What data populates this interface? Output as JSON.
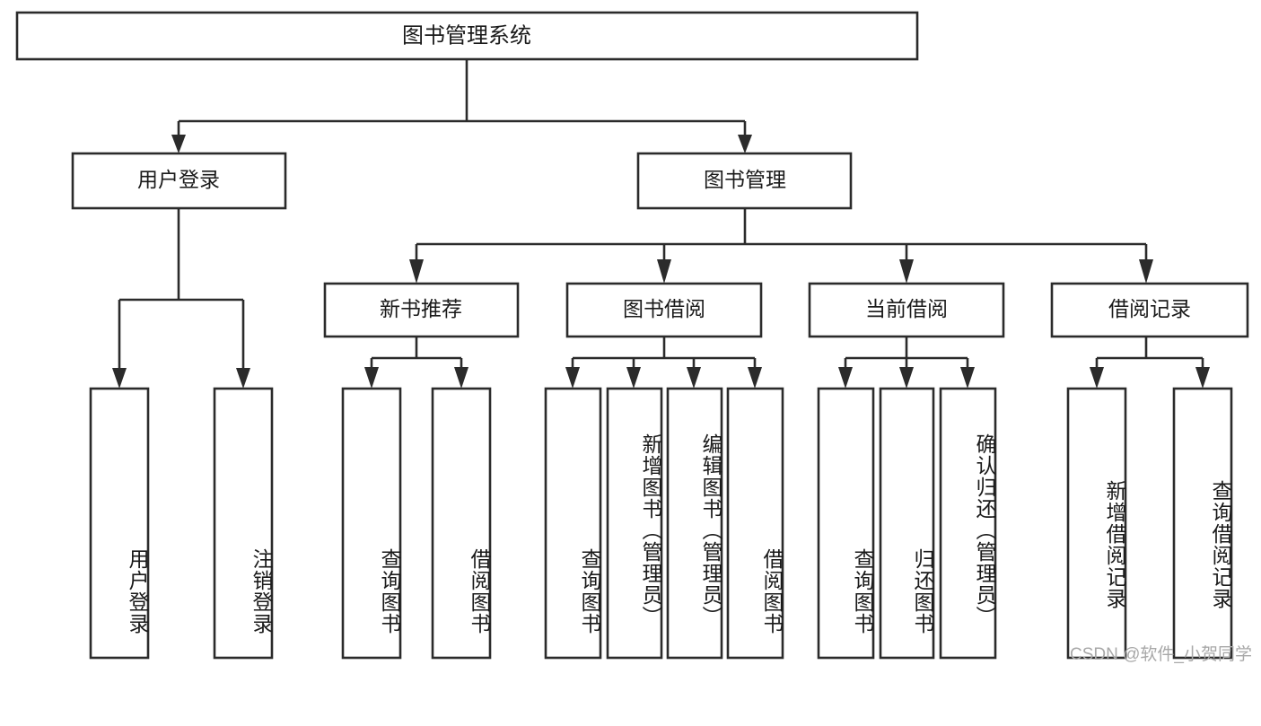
{
  "diagram": {
    "type": "tree-hierarchy",
    "title": "图书管理系统",
    "root": {
      "id": "root",
      "label": "图书管理系统",
      "orientation": "horizontal"
    },
    "level1": [
      {
        "id": "user-login",
        "label": "用户登录",
        "orientation": "horizontal"
      },
      {
        "id": "book-manage",
        "label": "图书管理",
        "orientation": "horizontal"
      }
    ],
    "level2": [
      {
        "id": "new-book-recommend",
        "label": "新书推荐",
        "orientation": "horizontal",
        "parent": "book-manage"
      },
      {
        "id": "book-borrow",
        "label": "图书借阅",
        "orientation": "horizontal",
        "parent": "book-manage"
      },
      {
        "id": "current-borrow",
        "label": "当前借阅",
        "orientation": "horizontal",
        "parent": "book-manage"
      },
      {
        "id": "borrow-record",
        "label": "借阅记录",
        "orientation": "horizontal",
        "parent": "book-manage"
      }
    ],
    "leaves": [
      {
        "id": "leaf-user-login",
        "label": "用户登录",
        "orientation": "vertical",
        "parent": "user-login"
      },
      {
        "id": "leaf-user-logout",
        "label": "注销登录",
        "orientation": "vertical",
        "parent": "user-login"
      },
      {
        "id": "leaf-query-book-1",
        "label": "查询图书",
        "orientation": "vertical",
        "parent": "new-book-recommend"
      },
      {
        "id": "leaf-borrow-book-1",
        "label": "借阅图书",
        "orientation": "vertical",
        "parent": "new-book-recommend"
      },
      {
        "id": "leaf-query-book-2",
        "label": "查询图书",
        "orientation": "vertical",
        "parent": "book-borrow"
      },
      {
        "id": "leaf-add-book",
        "label": "新增图书（管理员）",
        "orientation": "vertical",
        "parent": "book-borrow"
      },
      {
        "id": "leaf-edit-book",
        "label": "编辑图书（管理员）",
        "orientation": "vertical",
        "parent": "book-borrow"
      },
      {
        "id": "leaf-borrow-book-2",
        "label": "借阅图书",
        "orientation": "vertical",
        "parent": "book-borrow"
      },
      {
        "id": "leaf-query-book-3",
        "label": "查询图书",
        "orientation": "vertical",
        "parent": "current-borrow"
      },
      {
        "id": "leaf-return-book",
        "label": "归还图书",
        "orientation": "vertical",
        "parent": "current-borrow"
      },
      {
        "id": "leaf-confirm-return",
        "label": "确认归还（管理员）",
        "orientation": "vertical",
        "parent": "current-borrow"
      },
      {
        "id": "leaf-add-record",
        "label": "新增借阅记录",
        "orientation": "vertical",
        "parent": "borrow-record"
      },
      {
        "id": "leaf-query-record",
        "label": "查询借阅记录",
        "orientation": "vertical",
        "parent": "borrow-record"
      }
    ],
    "colors": {
      "stroke": "#2b2b2b",
      "fill": "#ffffff",
      "text": "#1a1a1a",
      "background": "#ffffff",
      "watermark": "#a8a8a8"
    }
  },
  "watermark": {
    "text": "CSDN @软件_小贺同学"
  }
}
